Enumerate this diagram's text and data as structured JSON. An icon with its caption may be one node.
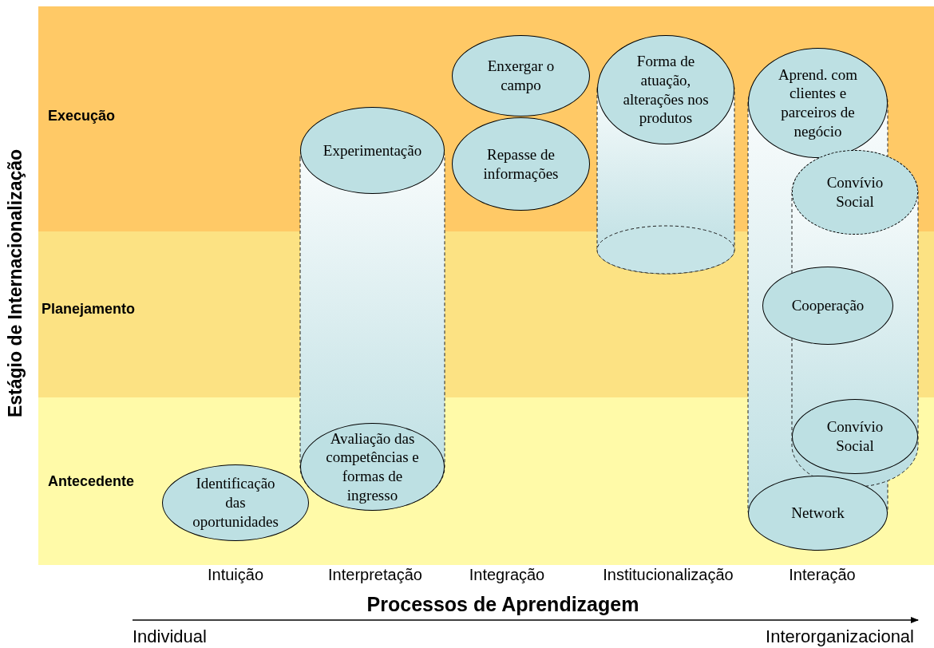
{
  "diagram": {
    "nodes": [
      {
        "text": [
          "Identificação das oportunidades"
        ]
      },
      {
        "text": [
          "Experimentação"
        ]
      },
      {
        "text": [
          "Avaliação das competências e formas de ingresso"
        ]
      },
      {
        "text": [
          "Enxergar o campo"
        ]
      },
      {
        "text": [
          "Repasse de informações"
        ]
      },
      {
        "text": [
          "Forma de atuação, alterações nos produtos"
        ]
      },
      {
        "text": [
          "Aprend. com clientes e parceiros de negócio"
        ]
      },
      {
        "text": [
          "Convívio Social"
        ]
      },
      {
        "text": [
          "Cooperação"
        ]
      },
      {
        "text": [
          "Convívio Social"
        ]
      },
      {
        "text": [
          "Network"
        ]
      }
    ],
    "labels": [
      "Execução",
      "Planejamento",
      "Antecedente",
      "Estágio de Internacionalização",
      "Intuição",
      "Interpretação",
      "Integração",
      "Institucionalização",
      "Interação",
      "Processos de Aprendizagem",
      "Individual",
      "Interorganizacional"
    ]
  }
}
